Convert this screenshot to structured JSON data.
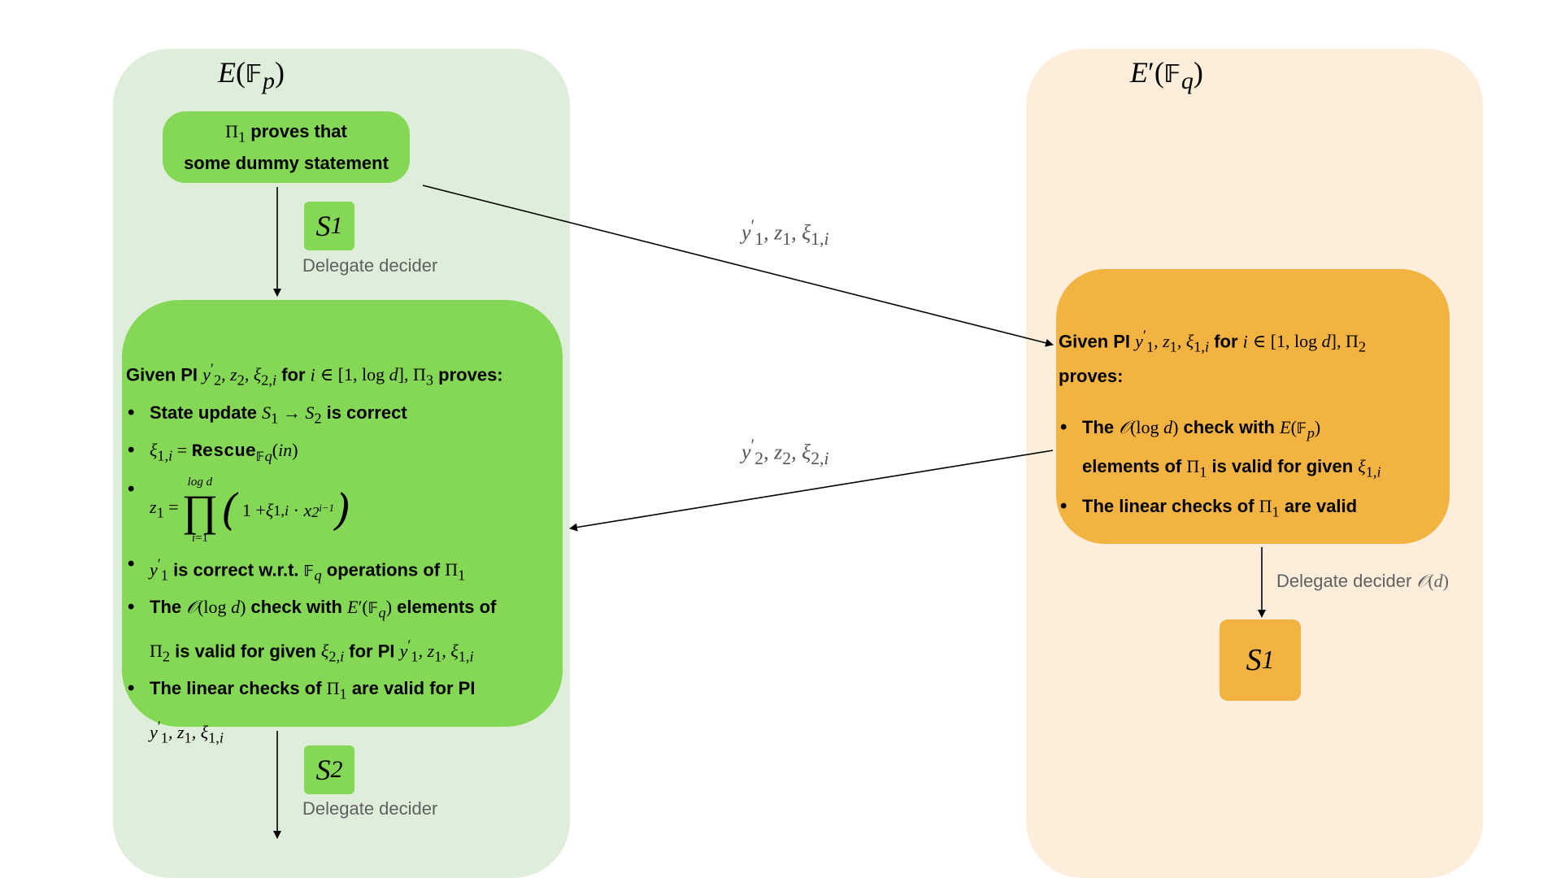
{
  "panels": {
    "left_title": "E(𝔽p)",
    "right_title": "E′(𝔽q)"
  },
  "pi1_box": {
    "line1": "Π1 proves that",
    "line2": "some dummy statement"
  },
  "states": {
    "s1_left": "S1",
    "s2_left": "S2",
    "s1_right": "S1"
  },
  "delegate": {
    "label1": "Delegate decider",
    "label2": "Delegate decider",
    "label3": "Delegate decider 𝒪(d)"
  },
  "messages": {
    "top": "y′1, z1, ξ1,i",
    "middle": "y′2, z2, ξ2,i"
  },
  "pi3_box": {
    "statement": "Given PI y′2, z2, ξ2,i for i ∈ [1, log d], Π3 proves:",
    "items": [
      "State update S1 → S2 is correct",
      "ξ1,i = Rescue𝔽q(in)",
      "z1 = ∏ from i=1 to log d (1 + ξ1,i · x^(2^(i−1)))",
      "y′1 is correct w.r.t. 𝔽q operations of Π1",
      "The 𝒪(log d) check with E′(𝔽q) elements of Π2 is valid for given ξ2,i for PI y′1, z1, ξ1,i",
      "The linear checks of Π1 are valid for PI y′1, z1, ξ1,i"
    ]
  },
  "pi2_box": {
    "statement": "Given PI y′1, z1, ξ1,i for i ∈ [1, log d], Π2 proves:",
    "items": [
      "The 𝒪(log d) check with E(𝔽p) elements of Π1 is valid for given ξ1,i",
      "The linear checks of Π1 are valid"
    ]
  }
}
